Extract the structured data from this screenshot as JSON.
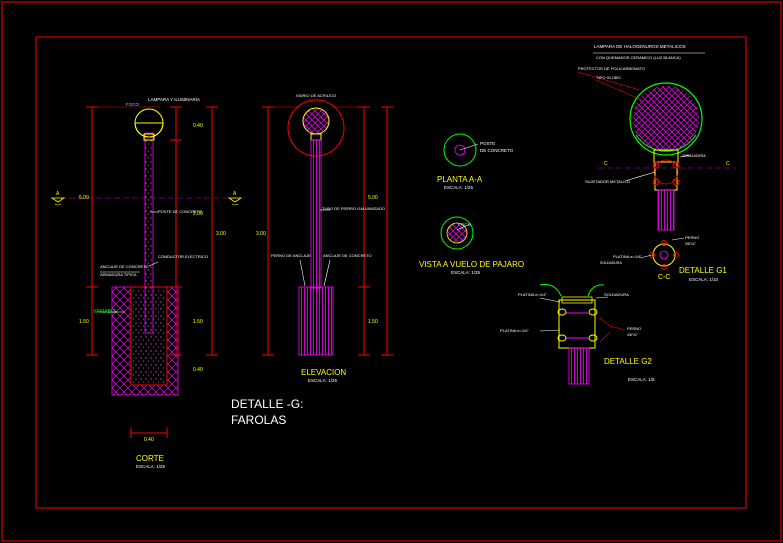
{
  "title": {
    "line1": "DETALLE -G:",
    "line2": "FAROLAS"
  },
  "corte": {
    "caption": "CORTE",
    "scale": "ESCALA: 1/25",
    "note_top": "LAMPARA Y ILUMINARIA",
    "note_globe": "FOCO",
    "note_pole": "POSTE DE CONCRETO",
    "note_base1": "ANCLAJE DE CONCRETO",
    "note_base2": "ARMADURA TIPICA",
    "note_ground": "VARIABLE",
    "dim_right_top": "0.40",
    "dim_right_mid": "2.00",
    "dim_right_low": "1.50",
    "dim_right_bottom": "0.40",
    "dim_left": "5.00",
    "dim_total": "3.00",
    "dim_left_low": "1.50",
    "dim_base": "0.40",
    "note_conduit": "CONDUCTOR ELECTRICO"
  },
  "elevacion": {
    "caption": "ELEVACION",
    "scale": "ESCALA: 1/25",
    "note_top": "VIDRIO DE ACRILICO",
    "note_pole": "TUBO DE FIERRO GALVANIZADO",
    "note_left": "PERNO DE ANCLAJE",
    "note_right": "ANCLAJE DE CONCRETO",
    "dim_left": "3.00",
    "dim_right_top": "5.00",
    "dim_right_low": "1.50"
  },
  "planta": {
    "caption": "PLANTA A-A",
    "scale": "ESCALA: 1/25",
    "note1": "POSTE",
    "note2": "DE CONCRETO"
  },
  "vista": {
    "caption": "VISTA A VUELO DE PAJARO",
    "scale": "ESCALA: 1/25",
    "note": "FOCO"
  },
  "detalle_g1": {
    "caption": "DETALLE G1",
    "scale": "ESCALA: 1/10",
    "title1": "LAMPARA DE HALOGENUROS METALICOS",
    "title2": "CON QUEMADOR CERAMICO (LUZ BLANCA)",
    "note_protector": "PROTECTOR DE POLICARBONATO",
    "note_tipo": "TIPO GLOBO",
    "note_sujetador": "SUJETADOR METALICO",
    "note_abrazadera": "ABRAZADERA",
    "note_perno": "PERNO",
    "note_perno_size": "3/8\"x1\"",
    "note_platina": "PLATINA e=1/4\"",
    "note_soldadura": "SOLDADURA",
    "section": "C-C",
    "mark_left": "C",
    "mark_right": "C"
  },
  "detalle_g2": {
    "caption": "DETALLE G2",
    "scale": "ESCALA: 1/5",
    "note_platina_top": "PLATINA e=1/4\"",
    "note_soldadura": "SOLDADURA",
    "note_platina_left": "PLATINA e=1/4\"",
    "note_perno": "PERNO",
    "note_perno_size": "3/8\"x1\""
  },
  "section_marks": {
    "a_left": "A",
    "a_right": "A"
  },
  "colors": {
    "frame": "#ff0000",
    "dim": "#ff0000",
    "pole": "#ff00ff",
    "green": "#00ff00",
    "yellow": "#ffff00",
    "white": "#ffffff",
    "cyan": "#00ffff"
  }
}
